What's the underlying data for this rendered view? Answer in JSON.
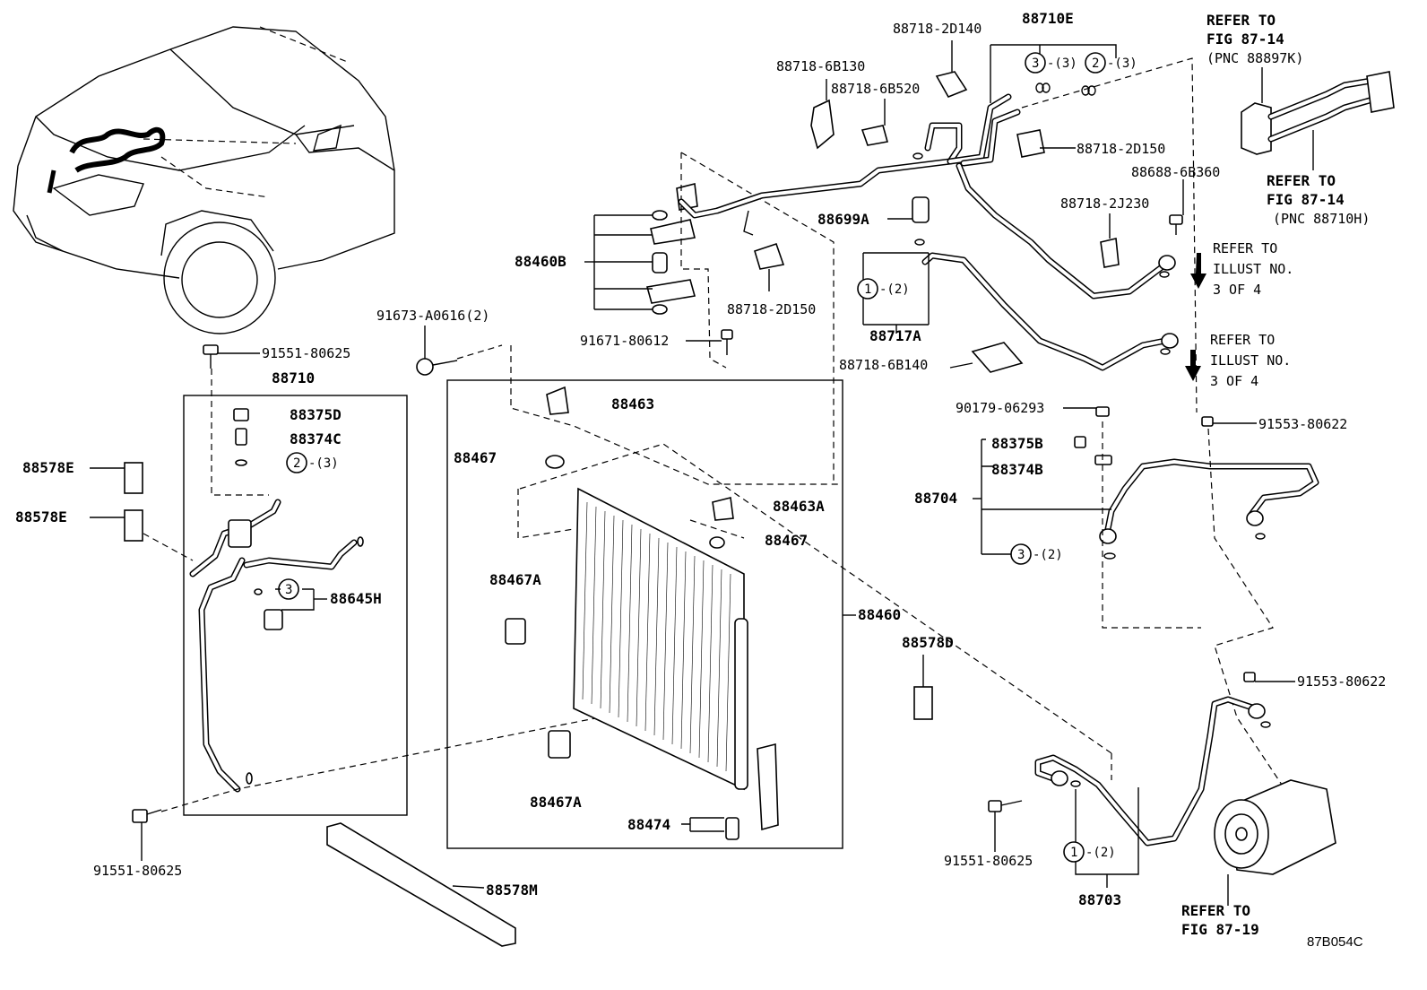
{
  "diagram_code": "87B054C",
  "labels": {
    "p88718_2D140": "88718-2D140",
    "p88710E": "88710E",
    "p88718_6B130": "88718-6B130",
    "p88718_6B520": "88718-6B520",
    "p88718_2D150_a": "88718-2D150",
    "p88688_6B360": "88688-6B360",
    "p88718_2J230": "88718-2J230",
    "p88699A": "88699A",
    "p88460B": "88460B",
    "p88718_2D150_b": "88718-2D150",
    "p88717A": "88717A",
    "p91673": "91673-A0616(2)",
    "p91671": "91671-80612",
    "p88718_6B140": "88718-6B140",
    "p91551_top": "91551-80625",
    "p88710": "88710",
    "p88375D": "88375D",
    "p88374C": "88374C",
    "p88578E_a": "88578E",
    "p88578E_b": "88578E",
    "p88645H": "88645H",
    "p88463": "88463",
    "p88467_a": "88467",
    "p88463A": "88463A",
    "p88467_b": "88467",
    "p88467A_a": "88467A",
    "p88460": "88460",
    "p88467A_b": "88467A",
    "p88474": "88474",
    "p88578M": "88578M",
    "p91551_bl": "91551-80625",
    "p88578D": "88578D",
    "p90179": "90179-06293",
    "p88375B": "88375B",
    "p88374B": "88374B",
    "p88704": "88704",
    "p91553_a": "91553-80622",
    "p91553_b": "91553-80622",
    "p91551_br": "91551-80625",
    "p88703": "88703"
  },
  "qty": {
    "q3_3": "-(3)",
    "q2_3": "-(3)",
    "q1_2_a": "-(2)",
    "q2_3_b": "-(3)",
    "q3_none": "",
    "q3_2": "-(2)",
    "q1_2_b": "-(2)"
  },
  "circles": {
    "c3a": "3",
    "c2a": "2",
    "c1a": "1",
    "c2b": "2",
    "c3b": "3",
    "c3c": "3",
    "c1b": "1"
  },
  "refs": {
    "r1_l1": "REFER TO",
    "r1_l2": "FIG 87-14",
    "r1_l3": "(PNC 88897K)",
    "r2_l1": "REFER TO",
    "r2_l2": "FIG 87-14",
    "r2_l3": "(PNC 88710H)",
    "r3_l1": "REFER TO",
    "r3_l2": "ILLUST NO.",
    "r3_l3": "3 OF 4",
    "r4_l1": "REFER TO",
    "r4_l2": "ILLUST NO.",
    "r4_l3": "3 OF 4",
    "r5_l1": "REFER TO",
    "r5_l2": "FIG 87-19"
  }
}
